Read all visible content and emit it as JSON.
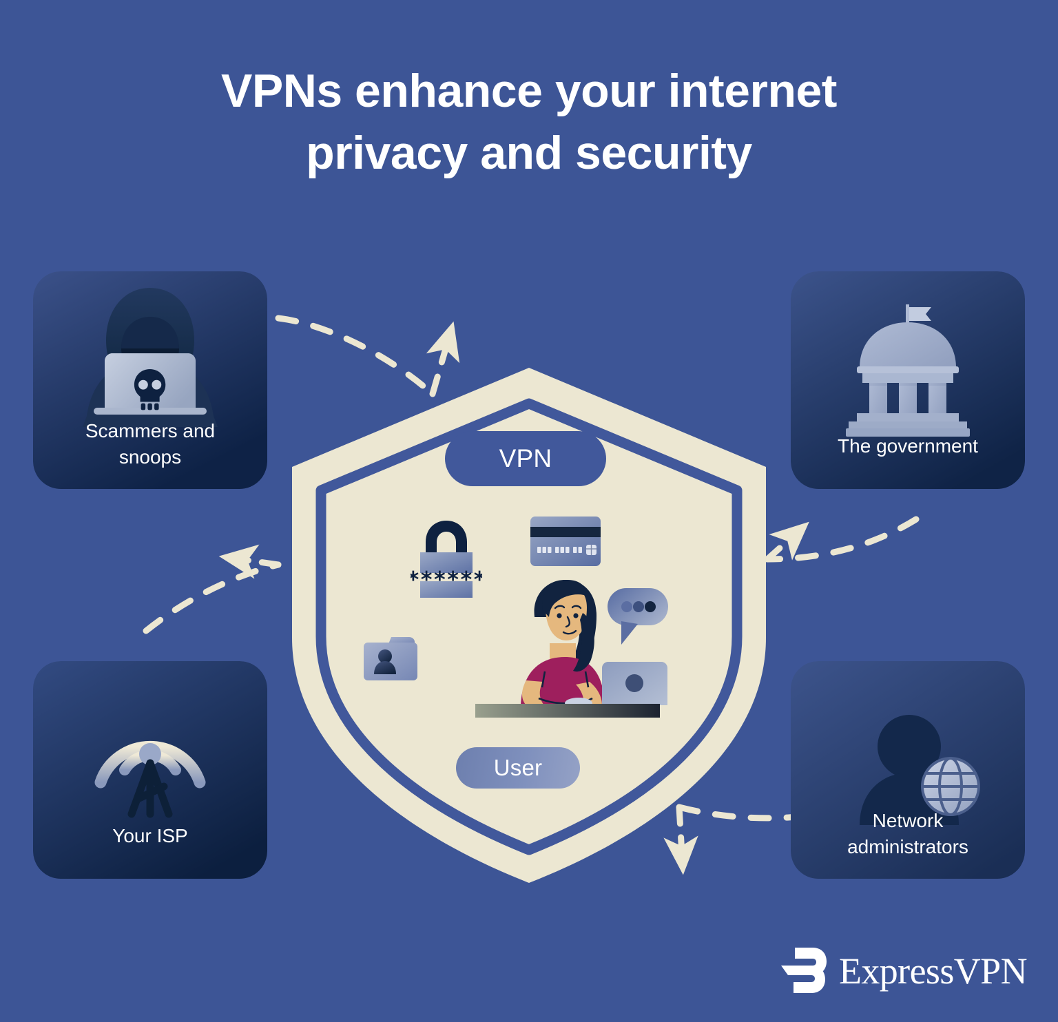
{
  "theme": {
    "background": "#3d5596",
    "shield_fill": "#ece7d2",
    "shield_stroke": "#41589b",
    "arrow_color": "#ece7d2",
    "card_gradient_from": "#3a4f86",
    "card_gradient_to": "#0f2347",
    "text_on_blue": "#ffffff",
    "pill_vpn_bg": "#41589b",
    "accent_magenta": "#9e1f5d"
  },
  "title": {
    "line1": "VPNs enhance your internet",
    "line2": "privacy and security"
  },
  "shield": {
    "vpn_pill_label": "VPN",
    "user_pill_label": "User",
    "password_mask": "∗∗∗∗∗∗",
    "inner_icons": [
      {
        "name": "padlock-icon",
        "meaning": "password / encryption"
      },
      {
        "name": "credit-card-icon",
        "meaning": "payment data"
      },
      {
        "name": "chat-bubble-icon",
        "meaning": "messages"
      },
      {
        "name": "contact-folder-icon",
        "meaning": "personal files"
      },
      {
        "name": "person-at-laptop-illustration",
        "meaning": "the protected user"
      }
    ]
  },
  "cards": [
    {
      "id": "scammers",
      "label": "Scammers and snoops",
      "label_lines": [
        "Scammers and",
        "snoops"
      ],
      "icon": "hooded-hacker-laptop-skull-icon",
      "position": "top-left"
    },
    {
      "id": "government",
      "label": "The government",
      "label_lines": [
        "The government"
      ],
      "icon": "capitol-dome-flag-icon",
      "position": "top-right"
    },
    {
      "id": "isp",
      "label": "Your ISP",
      "label_lines": [
        "Your ISP"
      ],
      "icon": "broadcast-tower-signal-icon",
      "position": "bottom-left"
    },
    {
      "id": "netadmin",
      "label": "Network administrators",
      "label_lines": [
        "Network",
        "administrators"
      ],
      "icon": "person-globe-icon",
      "position": "bottom-right"
    }
  ],
  "arrows": {
    "style": "dashed curved deflecting arrows",
    "count": 4,
    "meaning": "threats approach the shield and are deflected away"
  },
  "brand": {
    "name": "ExpressVPN",
    "logo_mark": "expressvpn-e-logo"
  }
}
